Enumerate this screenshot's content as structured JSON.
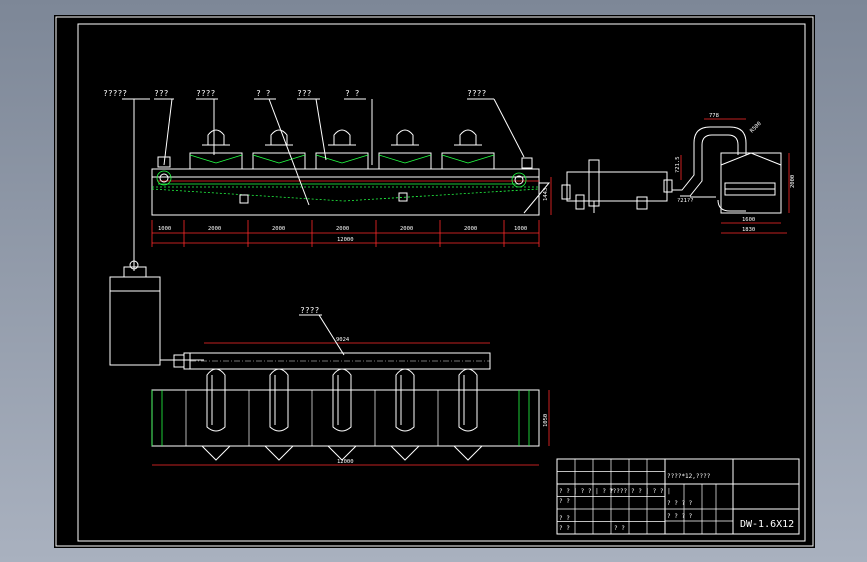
{
  "labels": {
    "a": "?????",
    "b": "???",
    "c": "????",
    "d": "?  ?",
    "e": "???",
    "f": "?  ?",
    "g": "????",
    "plan": "????"
  },
  "dims": {
    "seg_first": "1000",
    "seg_mid": "2000",
    "seg_last": "1000",
    "total": "12000",
    "height": "1443",
    "fan_w": "778",
    "bend": "R500",
    "stack_h": "2000",
    "pipe_d": "?21.5",
    "pipe_r": "?21??",
    "base_w": "1600",
    "base_outer": "1830",
    "plan_len": "9024",
    "plan_w": "1050",
    "plan_total": "12000"
  },
  "title_block": {
    "main_title": "????*12,????",
    "drawing_no": "DW-1.6X12",
    "r1": "? ? | ? ? | ? ?",
    "r1b": "?????",
    "r1c": "? ? | ? ? |",
    "r2": "? ? ? ?",
    "r3": "? ?",
    "r4": "? ?",
    "r5": "? ?",
    "r6": "? ?",
    "r6b": "? ?   ? ?"
  }
}
